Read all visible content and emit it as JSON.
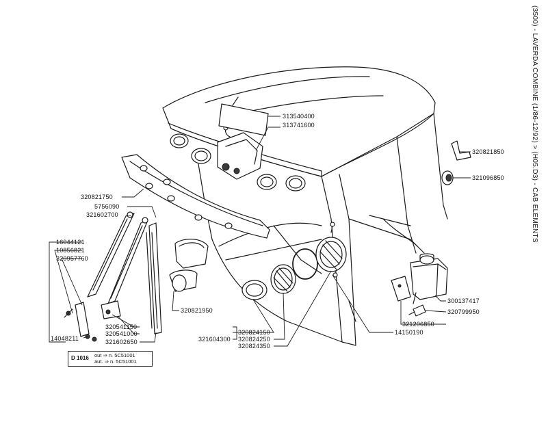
{
  "title": "(3500) - LAVERDA COMBINE (1/86-12/92) > (H05.D3) - CAB ELEMENTS",
  "part_numbers": {
    "p313540400": "313540400",
    "p313741600": "313741600",
    "p320821850": "320821850",
    "p321096850": "321096850",
    "p320821750": "320821750",
    "p5756090": "5756090",
    "p321602700": "321602700",
    "p16044121": "16044121",
    "p10856821": "10856821",
    "p320957760": "320957760",
    "p320821950": "320821950",
    "p300137417": "300137417",
    "p320799950": "320799950",
    "p321206850": "321206850",
    "p14150190": "14150190",
    "p320541150": "320541150",
    "p320541000": "320541000",
    "p321602650": "321602650",
    "p14048211": "14048211",
    "p320824150": "320824150",
    "p321604300": "321604300",
    "p320824250": "320824250",
    "p320824350": "320824350"
  },
  "note": {
    "code": "D 1016",
    "line1": "out ⇒ n. 5C51001",
    "line2": "aut. ⇒ n. 5C51001"
  }
}
